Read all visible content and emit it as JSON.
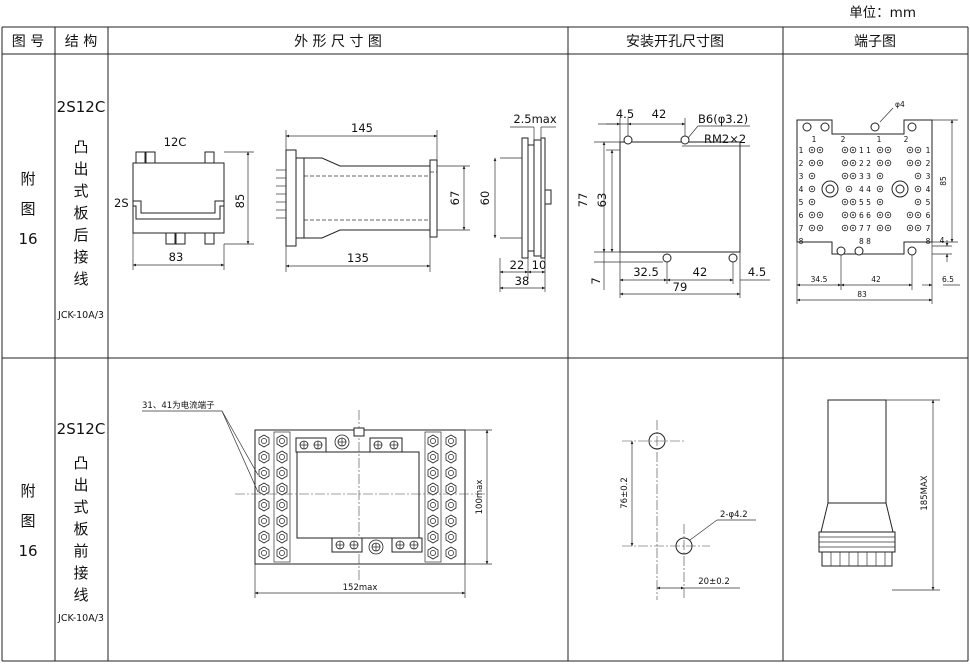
{
  "unit_label": "单位：mm",
  "headers": {
    "fig_no": "图 号",
    "structure": "结 构",
    "outline": "外 形 尺 寸 图",
    "cutout": "安装开孔尺寸图",
    "terminal": "端子图"
  },
  "rows": [
    {
      "fig": [
        "附",
        "图",
        "16"
      ],
      "model": "2S12C",
      "struct_chars": [
        "凸",
        "出",
        "式",
        "板",
        "后",
        "接",
        "线"
      ],
      "code": "JCK-10A/3",
      "outline": {
        "v1": {
          "top_label": "12C",
          "side_label": "2S",
          "width": "83",
          "height": "85"
        },
        "v2": {
          "top": "145",
          "bottom": "135",
          "h": "67"
        },
        "v3": {
          "top": "2.5max",
          "h": "60",
          "b1": "22",
          "b2": "10",
          "b3": "38"
        }
      },
      "cutout": {
        "d1": "4.5",
        "d2": "42",
        "hole": "B6(φ3.2)",
        "rm": "RM2×2",
        "h1": "77",
        "h2": "63",
        "h3": "7",
        "b1": "32.5",
        "b2": "42",
        "b3": "4.5",
        "b4": "79"
      },
      "terminal": {
        "phi": "φ4",
        "top_nums": [
          "1",
          "2",
          "1",
          "2"
        ],
        "left_nums": [
          "1",
          "2",
          "3",
          "4",
          "5",
          "6",
          "7",
          "8"
        ],
        "mid_pairs": [
          "1 1",
          "2 2",
          "3 3",
          "4 4",
          "5 5",
          "6 6",
          "7 7",
          "8 8"
        ],
        "right_nums": [
          "1",
          "2",
          "3",
          "4",
          "5",
          "6",
          "7",
          "8"
        ],
        "h": "85",
        "d4": "4",
        "d65": "6.5",
        "b1": "34.5",
        "b2": "42",
        "b3": "83"
      }
    },
    {
      "fig": [
        "附",
        "图",
        "16"
      ],
      "model": "2S12C",
      "struct_chars": [
        "凸",
        "出",
        "式",
        "板",
        "前",
        "接",
        "线"
      ],
      "code": "JCK-10A/3",
      "outline": {
        "note": "31、41为电流端子",
        "width": "152max",
        "height": "100max"
      },
      "cutout": {
        "h": "76±0.2",
        "hole": "2-φ4.2",
        "w": "20±0.2"
      },
      "terminal": {
        "h": "185MAX"
      }
    }
  ]
}
